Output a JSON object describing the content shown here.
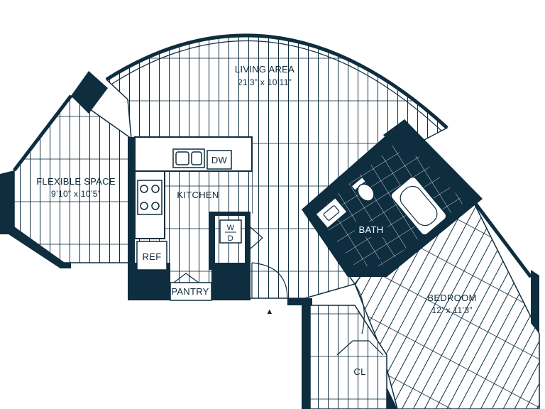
{
  "rooms": {
    "living": {
      "name": "LIVING AREA",
      "size": "21’3” x 10’11”"
    },
    "flex": {
      "name": "FLEXIBLE SPACE",
      "size": "9’10” x 10’5”"
    },
    "kitchen": {
      "name": "KITCHEN"
    },
    "bath": {
      "name": "BATH"
    },
    "bedroom": {
      "name": "BEDROOM",
      "size": "12’ x 11’3”"
    },
    "closet": {
      "name": "CL"
    },
    "pantry": {
      "name": "PANTRY"
    }
  },
  "appliances": {
    "dishwasher": "DW",
    "refrigerator": "REF",
    "washer": "W",
    "dryer": "D"
  },
  "entry_marker": "▲",
  "colors": {
    "wall": "#0e2d3f",
    "floor_lines": "#0e2d3f",
    "background": "#ffffff"
  }
}
